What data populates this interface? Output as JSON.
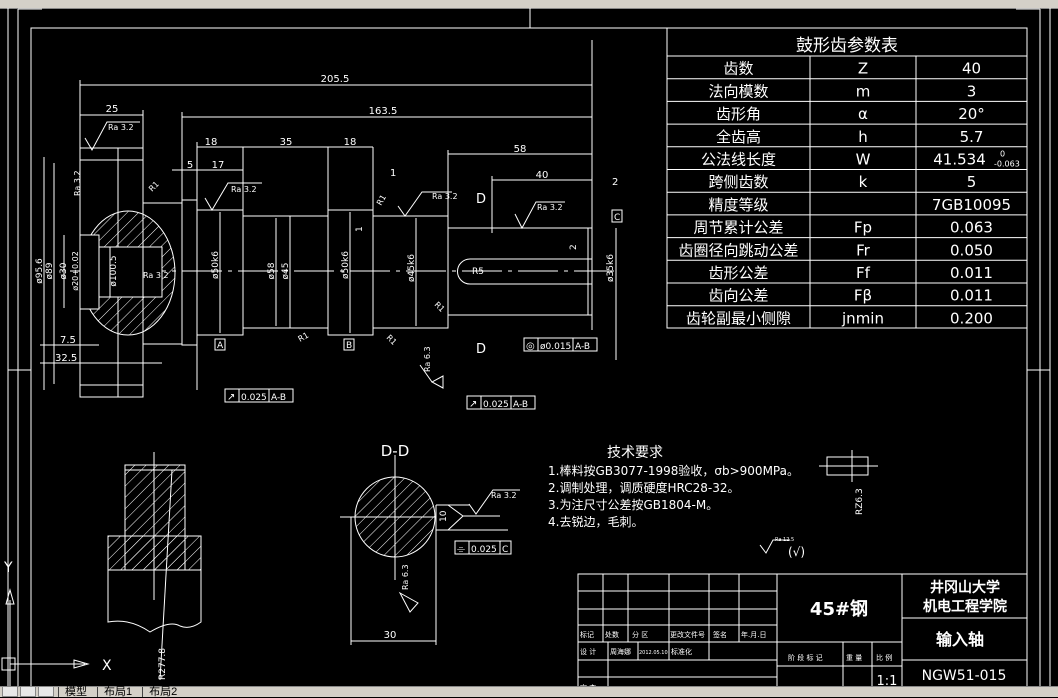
{
  "tabs": [
    "模型",
    "布局1",
    "布局2"
  ],
  "ucs": {
    "x_label": "X",
    "y_label": "Y"
  },
  "param_table": {
    "title": "鼓形齿参数表",
    "rows": [
      {
        "name": "齿数",
        "symbol": "Z",
        "value": "40"
      },
      {
        "name": "法向模数",
        "symbol": "m",
        "value": "3"
      },
      {
        "name": "齿形角",
        "symbol": "α",
        "value": "20°"
      },
      {
        "name": "全齿高",
        "symbol": "h",
        "value": "5.7"
      },
      {
        "name": "公法线长度",
        "symbol": "W",
        "value": "41.534",
        "tol_upper": "0",
        "tol_lower": "-0.063"
      },
      {
        "name": "跨侧齿数",
        "symbol": "k",
        "value": "5"
      },
      {
        "name": "精度等级",
        "symbol": "",
        "value": "7GB10095"
      },
      {
        "name": "周节累计公差",
        "symbol": "Fp",
        "value": "0.063"
      },
      {
        "name": "齿圈径向跳动公差",
        "symbol": "Fr",
        "value": "0.050"
      },
      {
        "name": "齿形公差",
        "symbol": "Ff",
        "value": "0.011"
      },
      {
        "name": "齿向公差",
        "symbol": "Fβ",
        "value": "0.011"
      },
      {
        "name": "齿轮副最小侧隙",
        "symbol": "jnmin",
        "value": "0.200"
      }
    ]
  },
  "tech_req": {
    "title": "技术要求",
    "items": [
      "1.棒料按GB3077-1998验收，σb>900MPa。",
      "2.调制处理，调质硬度HRC28-32。",
      "3.为注尺寸公差按GB1804-M。",
      "4.去锐边，毛刺。"
    ],
    "general_roughness": "Ra 12.5"
  },
  "title_block": {
    "material": "45#钢",
    "school": "井冈山大学",
    "college": "机电工程学院",
    "part_name": "输入轴",
    "drawing_no": "NGW51-015",
    "scale": "1:1",
    "headers": [
      "标记",
      "处数",
      "分 区",
      "更改文件号",
      "签名",
      "年.月.日"
    ],
    "design_label": "设 计",
    "designer": "周海娜",
    "design_date": "2012.05.10",
    "standardize_label": "标准化",
    "review_label": "审 查",
    "stage_label": "阶 段 标 记",
    "weight_label": "重 量",
    "scale_label": "比 例"
  },
  "drawing": {
    "section_title": "D-D",
    "cut_mark": "D",
    "datums": [
      "A",
      "B",
      "C"
    ],
    "hdims": {
      "overall": "205.5",
      "d25": "25",
      "d163": "163.5",
      "d18a": "18",
      "d35": "35",
      "d18b": "18",
      "d5": "5",
      "d17": "17",
      "d58": "58",
      "d40": "40",
      "d2": "2",
      "d1": "1",
      "d7_5": "7.5",
      "d32_5": "32.5",
      "d30": "30"
    },
    "vdims": {
      "d95": "ø95.6",
      "d89": "ø89",
      "d30": "ø30",
      "d20": "ø20+0.02",
      "d100": "ø100.5",
      "d50a": "ø50k6",
      "d58": "ø58",
      "d45": "ø45",
      "d50b": "ø50k6",
      "d45b": "ø45k6",
      "d35": "ø35k6",
      "d10": "10",
      "d1v": "1",
      "d2v": "2"
    },
    "roughness": [
      "Ra 3.2",
      "Ra 6.3",
      "RZ6.3",
      "R277.8"
    ],
    "radii": [
      "R1",
      "R5"
    ],
    "tolerances": [
      {
        "symbol": "↗",
        "value": "0.025",
        "datum": "A-B"
      },
      {
        "symbol": "↗",
        "value": "0.025",
        "datum": "A-B"
      },
      {
        "symbol": "◎",
        "value": "ø0.015",
        "datum": "A-B"
      },
      {
        "symbol": "⌯",
        "value": "0.025",
        "datum": "C"
      }
    ]
  }
}
